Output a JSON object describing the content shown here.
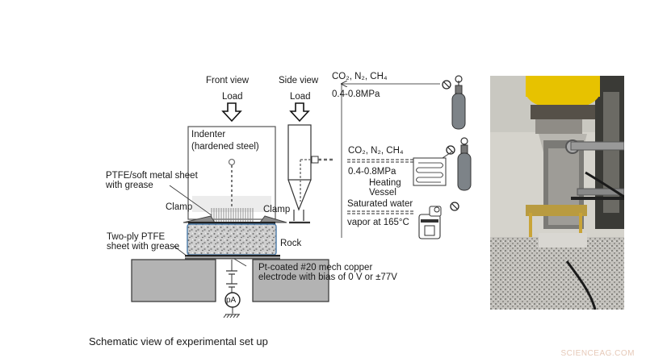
{
  "diagram": {
    "front_view": "Front view",
    "side_view": "Side view",
    "load_front": "Load",
    "load_side": "Load",
    "indenter_line1": "Indenter",
    "indenter_line2": "(hardened steel)",
    "ptfe_soft_line1": "PTFE/soft metal sheet",
    "ptfe_soft_line2": "with grease",
    "clamp_left": "Clamp",
    "clamp_right": "Clamp",
    "two_ply_line1": "Two-ply PTFE",
    "two_ply_line2": "sheet with grease",
    "rock": "Rock",
    "electrode_line1": "Pt-coated #20 mech copper",
    "electrode_line2": "electrode with bias of 0 V or ±77V",
    "pa": "pA",
    "gas_top": "CO₂, N₂, CH₄",
    "pressure_top": "0.4-0.8MPa",
    "gas_mid": "CO₂, N₂, CH₄",
    "pressure_mid": "0.4-0.8MPa",
    "heating_line1": "Heating",
    "heating_line2": "Vessel",
    "saturated": "Saturated water",
    "vapor": "vapor at 165°C"
  },
  "caption": "Schematic view of experimental set up",
  "watermark": "SCIENCEAG.COM",
  "colors": {
    "rock_base": "#c9c9c9",
    "base_block": "#b3b3b3",
    "cylinder": "#7d8388",
    "clamp": "#8c8c8c",
    "photo_yellow": "#e7c200",
    "dashed_line": "#555555"
  }
}
